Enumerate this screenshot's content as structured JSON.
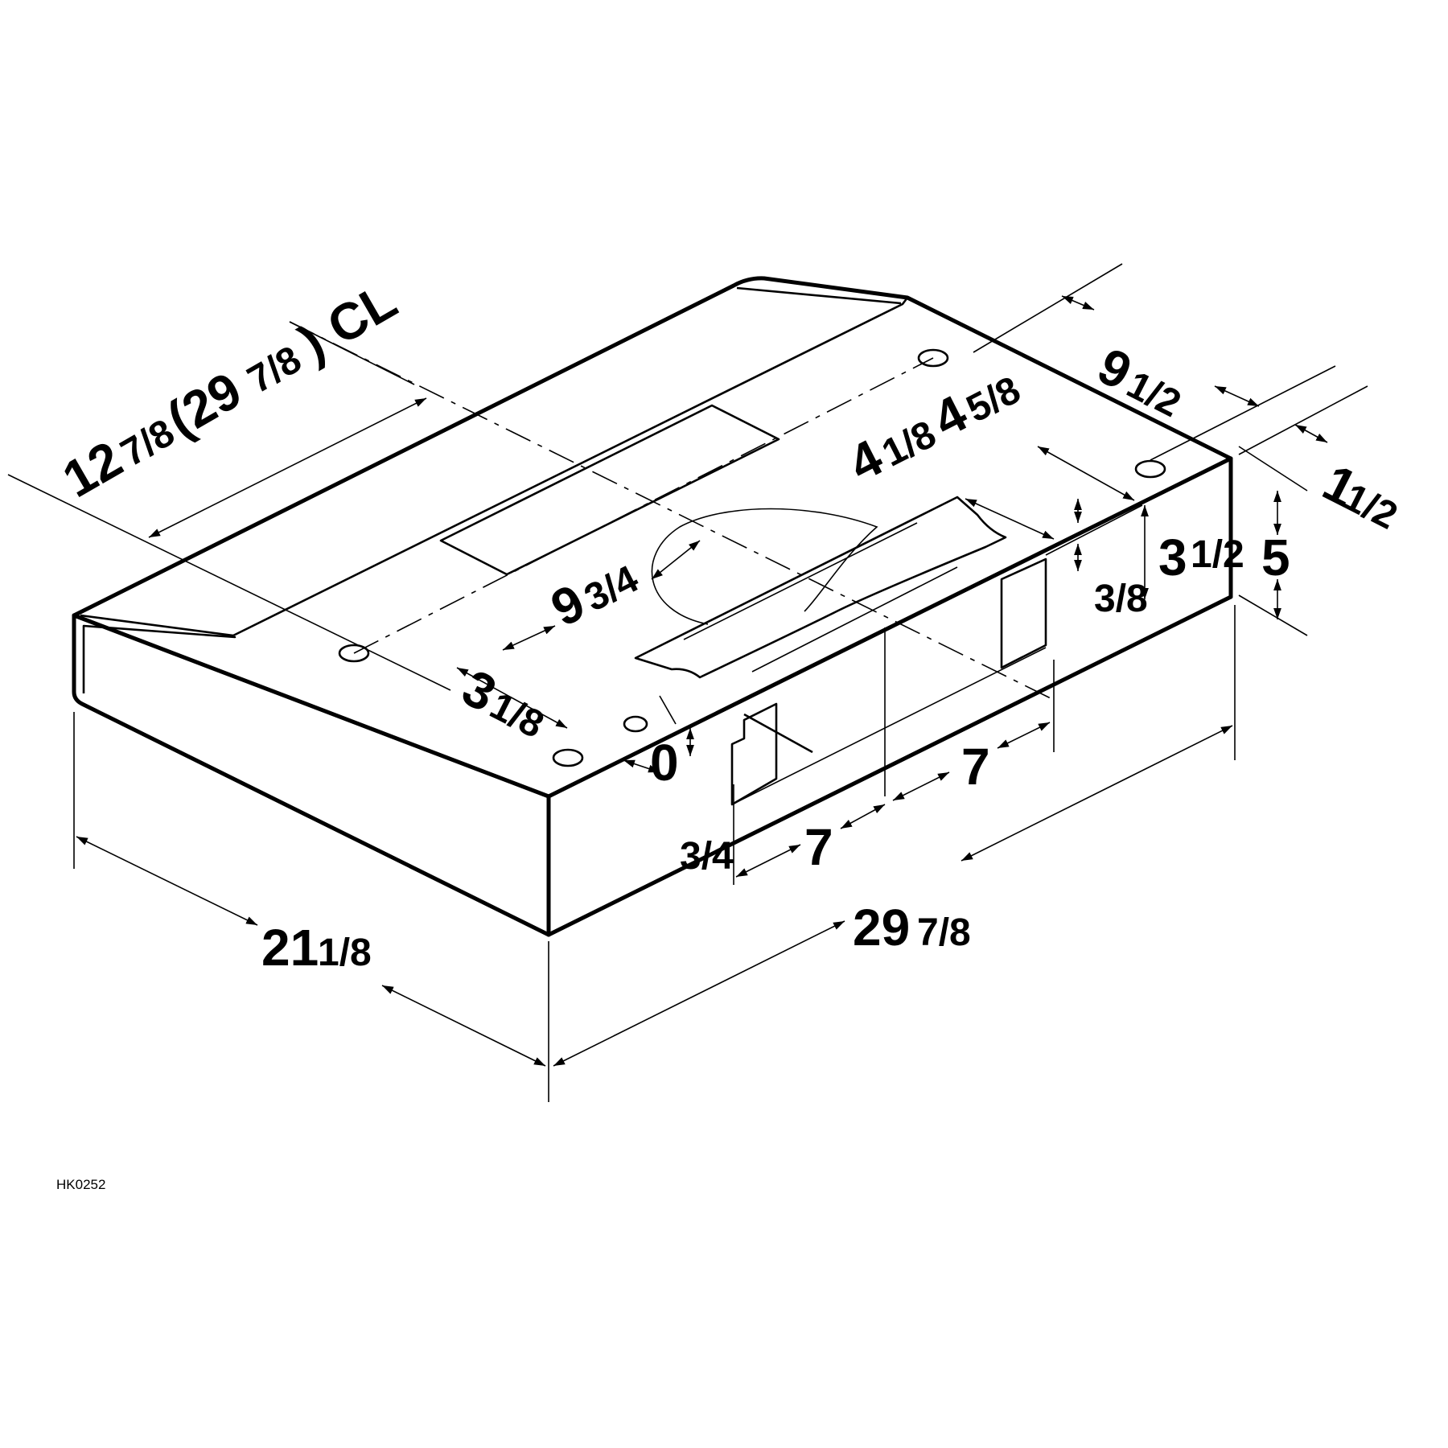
{
  "drawing_id": "HK0252",
  "dimensions": {
    "depth_left": "21",
    "depth_left_frac": "1/8",
    "width_front": "29",
    "width_front_frac": "7/8",
    "width_top": "12",
    "width_top_frac": "7/8",
    "width_top_paren": "(29",
    "width_top_paren_frac": "7/8",
    "width_top_paren_close": ")",
    "centerline": "CL",
    "duct_diameter": "9",
    "duct_diameter_frac": "3/4",
    "hole_offset": "3",
    "hole_offset_frac": "1/8",
    "rear_offset": "4",
    "rear_offset_frac": "1/8",
    "rear_depth": "4",
    "rear_depth_frac": "5/8",
    "right_top": "9",
    "right_top_frac": "1/2",
    "right_edge": "1",
    "right_edge_frac": "1/2",
    "height_total": "5",
    "height_front": "3",
    "height_front_frac": "1/2",
    "cutout_step": "3/8",
    "knockout_left": "0",
    "knockout_height_frac": "3/4",
    "spacing_a": "7",
    "spacing_b": "7"
  }
}
